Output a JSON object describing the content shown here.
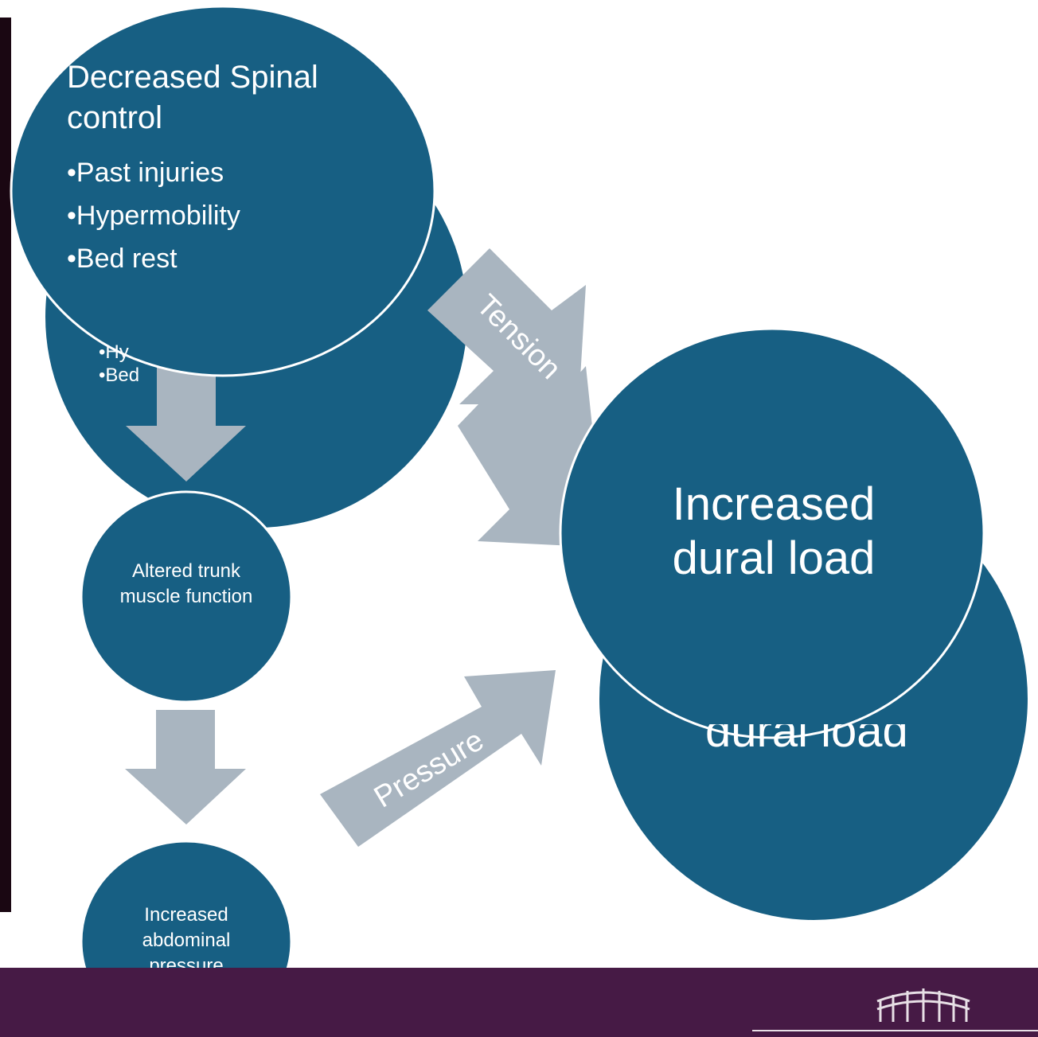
{
  "colors": {
    "node_fill": "#175f83",
    "node_stroke": "#ffffff",
    "arrow_fill": "#a9b5c0",
    "footer_bar": "#461a45",
    "left_bar": "#1a0712"
  },
  "nodes": {
    "spinal_control": {
      "title": "Decreased Spinal control",
      "bullets": [
        "Past injuries",
        "Hypermobility",
        "Bed rest"
      ],
      "ghost_bullets": [
        "Hy",
        "Bed"
      ]
    },
    "trunk_muscle": {
      "label": "Altered trunk muscle function"
    },
    "abdominal_pressure": {
      "label": "Increased abdominal pressure"
    },
    "dural_load": {
      "label": "Increased dural load",
      "ghost_label": "dural load"
    }
  },
  "arrows": {
    "tension": {
      "label": "Tension"
    },
    "pressure": {
      "label": "Pressure"
    }
  },
  "icons": {
    "footer_logo": "bridge-logo-icon"
  }
}
